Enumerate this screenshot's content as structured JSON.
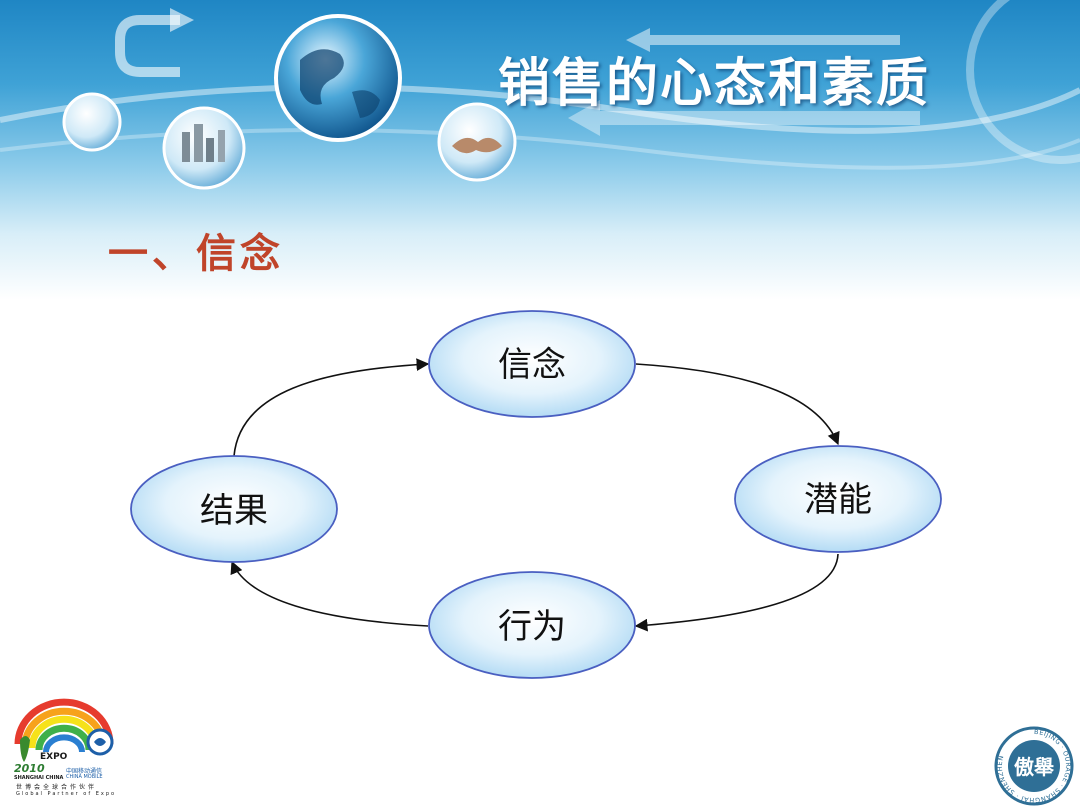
{
  "slide": {
    "title": "销售的心态和素质",
    "section_heading": "一、信念"
  },
  "cycle": {
    "nodes": [
      {
        "id": "belief",
        "label": "信念"
      },
      {
        "id": "potential",
        "label": "潜能"
      },
      {
        "id": "action",
        "label": "行为"
      },
      {
        "id": "result",
        "label": "结果"
      }
    ]
  },
  "logos": {
    "expo_left": {
      "mark": "EXPO",
      "year": "2010",
      "city": "SHANGHAI CHINA",
      "partner_cn": "中国移动通信",
      "partner_en": "CHINA MOBILE",
      "slogan_cn": "世博会全球合作伙伴",
      "slogan_en": "Global Partner of Expo"
    },
    "seal_right": {
      "characters": "傲舉",
      "ring_text": "BEIJING · OURAGE · SHANGHAI · SHENZHEN"
    }
  },
  "colors": {
    "title_text": "#ffffff",
    "heading": "#c0442a",
    "node_fill_center": "#ffffff",
    "node_fill_edge": "#a9d6f3",
    "node_stroke": "#4a5fc1",
    "arrow": "#111111"
  }
}
